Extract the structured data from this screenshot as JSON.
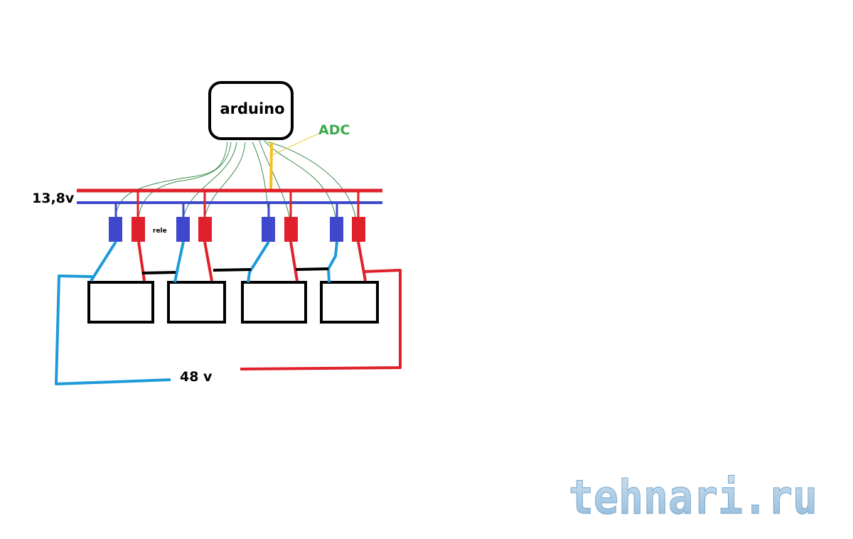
{
  "labels": {
    "controller": "arduino",
    "adc": "ADC",
    "bus_voltage": "13,8v",
    "relay": "rele",
    "battery_voltage": "48 v"
  },
  "watermark": "tehnari.ru",
  "colors": {
    "positive": "#e0202a",
    "negative": "#3f48cc",
    "battery_negative_wire": "#1f9ad8",
    "signal_wire": "#3a8a4a",
    "adc_wire": "#f5c020",
    "adc_label": "#3aaa4a",
    "outline": "#000000"
  }
}
